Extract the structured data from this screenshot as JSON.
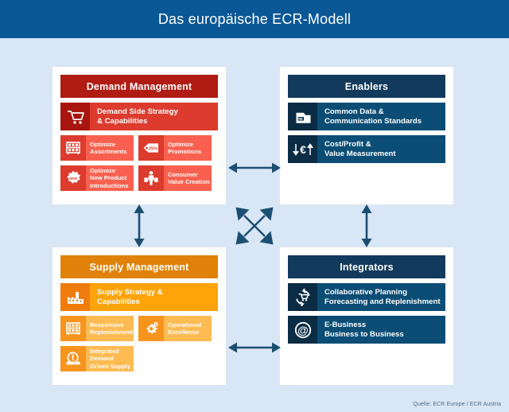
{
  "header": {
    "title": "Das europäische ECR-Modell"
  },
  "theme": {
    "background": "#d9e6f5",
    "title_bar": "#0a5796",
    "red_dark": "#b01c14",
    "red": "#dc3b2e",
    "red_light": "#f9604f",
    "navy_dark": "#123a5c",
    "navy": "#0b4d75",
    "orange_dark": "#e08209",
    "orange": "#ffa30a",
    "orange_light": "#fdbb52",
    "arrow": "#1b4f72"
  },
  "quadrants": {
    "demand": {
      "title": "Demand Management",
      "main": {
        "label": "Demand Side Strategy\n& Capabilities",
        "line1": "Demand Side Strategy",
        "line2": "& Capabilities",
        "icon": "shopping-cart-icon"
      },
      "tiles": [
        {
          "line1": "Optimize",
          "line2": "Assortments",
          "line3": "",
          "icon": "shelf-icon"
        },
        {
          "line1": "Optimize",
          "line2": "Promotions",
          "line3": "",
          "icon": "price-tag-icon",
          "badge": "-25%"
        },
        {
          "line1": "Optimize",
          "line2": "New Product",
          "line3": "Introductions",
          "icon": "new-burst-icon",
          "badge": "new"
        },
        {
          "line1": "Consumer",
          "line2": "Value Creation",
          "line3": "",
          "icon": "shopper-icon"
        }
      ]
    },
    "enablers": {
      "title": "Enablers",
      "rows": [
        {
          "line1": "Common Data &",
          "line2": "Communication Standards",
          "icon": "data-cards-icon"
        },
        {
          "line1": "Cost/Profit &",
          "line2": "Value Measurement",
          "icon": "euro-arrows-icon",
          "badge": "€"
        }
      ]
    },
    "supply": {
      "title": "Supply Management",
      "main": {
        "line1": "Supply Strategy &",
        "line2": "Capabilities",
        "icon": "factory-icon"
      },
      "tiles": [
        {
          "line1": "Responsive",
          "line2": "Replenishment",
          "line3": "",
          "icon": "shelf-icon"
        },
        {
          "line1": "Operational",
          "line2": "Excellence",
          "line3": "",
          "icon": "gears-icon"
        },
        {
          "line1": "Integrated",
          "line2": "Demand",
          "line3": "Driven Supply",
          "icon": "demand-wave-icon"
        }
      ]
    },
    "integrators": {
      "title": "Integrators",
      "rows": [
        {
          "line1": "Collaborative Planning",
          "line2": "Forecasting and Replenishment",
          "icon": "cart-cycle-icon"
        },
        {
          "line1": "E-Business",
          "line2": "Business to Business",
          "icon": "at-sign-icon",
          "badge": "@"
        }
      ]
    }
  },
  "arrows": {
    "horizontal_top": "double-arrow-horizontal-icon",
    "horizontal_bottom": "double-arrow-horizontal-icon",
    "vertical_left": "double-arrow-vertical-icon",
    "vertical_right": "double-arrow-vertical-icon",
    "center": "four-way-diagonal-arrows-icon"
  },
  "footer": {
    "source": "Quelle: ECR Europe / ECR Austria"
  }
}
